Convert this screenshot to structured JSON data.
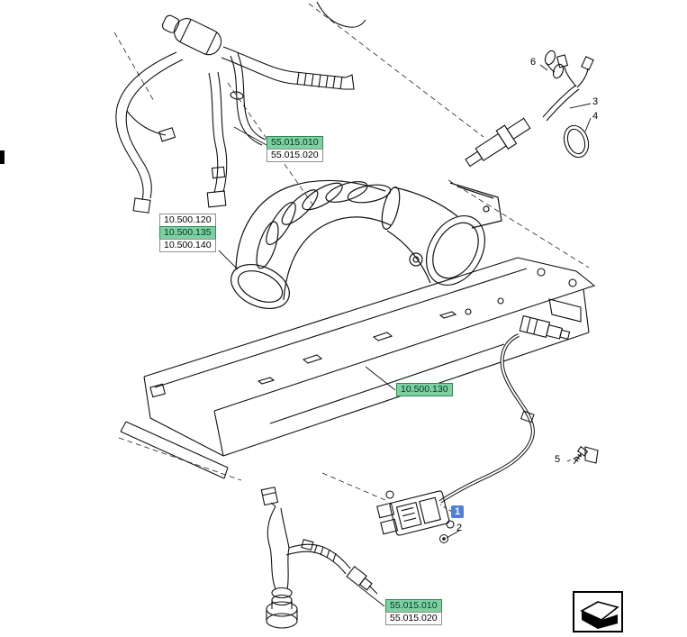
{
  "colors": {
    "highlight_green_bg": "#7fd0a0",
    "highlight_green_border": "#2e8b57",
    "highlight_blue_bg": "#4f7fd9",
    "line": "#111111",
    "box_border": "#8f8f8f"
  },
  "part_labels": {
    "top_harness": [
      {
        "text": "55.015.010",
        "highlighted": true
      },
      {
        "text": "55.015.020",
        "highlighted": false
      }
    ],
    "exhaust_group": [
      {
        "text": "10.500.120",
        "highlighted": false
      },
      {
        "text": "10.500.135",
        "highlighted": true
      },
      {
        "text": "10.500.140",
        "highlighted": false
      }
    ],
    "frame_group": [
      {
        "text": "10.500.130",
        "highlighted": true
      }
    ],
    "bottom_harness": [
      {
        "text": "55.015.010",
        "highlighted": true
      },
      {
        "text": "55.015.020",
        "highlighted": false
      }
    ]
  },
  "callouts": [
    {
      "number": "1",
      "highlighted": true
    },
    {
      "number": "2",
      "highlighted": false
    },
    {
      "number": "3",
      "highlighted": false
    },
    {
      "number": "4",
      "highlighted": false
    },
    {
      "number": "5",
      "highlighted": false
    },
    {
      "number": "6",
      "highlighted": false
    }
  ],
  "icons": {
    "nav_thumbnail": "folded-arrow-icon"
  }
}
